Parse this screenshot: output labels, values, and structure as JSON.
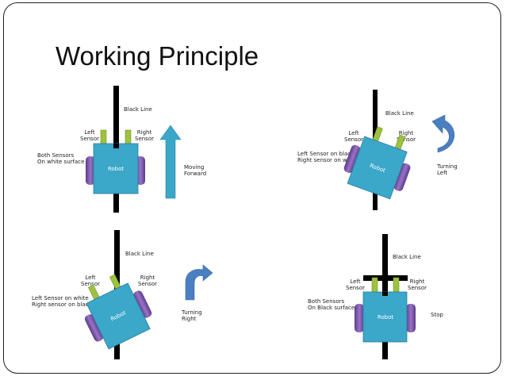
{
  "slide": {
    "title": "Working Principle"
  },
  "colors": {
    "robot": "#3ba7c9",
    "robot_border": "#2a7f9b",
    "sensor": "#9dc33e",
    "wheel": "#7a4fa3",
    "line": "#000000",
    "arrow": "#3aa6c8",
    "turn_arrow": "#4a7fc1"
  },
  "panels": {
    "forward": {
      "black_line": "Black Line",
      "left_sensor": [
        "Left",
        "Sensor"
      ],
      "right_sensor": [
        "Right",
        "Sensor"
      ],
      "condition": [
        "Both Sensors",
        "On white surface"
      ],
      "robot": "Robot",
      "action": [
        "Moving",
        "Forward"
      ],
      "icon": "up-arrow-icon"
    },
    "turn_left": {
      "black_line": "Black Line",
      "left_sensor": [
        "Left",
        "Sensor"
      ],
      "right_sensor": [
        "Right",
        "Sensor"
      ],
      "condition": [
        "Left Sensor on black",
        "Right sensor on white"
      ],
      "robot": "Robot",
      "action": [
        "Turning",
        "Left"
      ],
      "icon": "turn-left-arrow-icon"
    },
    "turn_right": {
      "black_line": "Black Line",
      "left_sensor": [
        "Left",
        "Sensor"
      ],
      "right_sensor": [
        "Right",
        "Sensor"
      ],
      "condition": [
        "Left Sensor on white",
        "Right sensor on black"
      ],
      "robot": "Robot",
      "action": [
        "Turning",
        "Right"
      ],
      "icon": "turn-right-arrow-icon"
    },
    "stop": {
      "black_line": "Black Line",
      "left_sensor": [
        "Left",
        "Sensor"
      ],
      "right_sensor": [
        "Right",
        "Sensor"
      ],
      "condition": [
        "Both Sensors",
        "On Black surface"
      ],
      "robot": "Robot",
      "action": [
        "Stop"
      ],
      "icon": "stop-icon"
    }
  }
}
